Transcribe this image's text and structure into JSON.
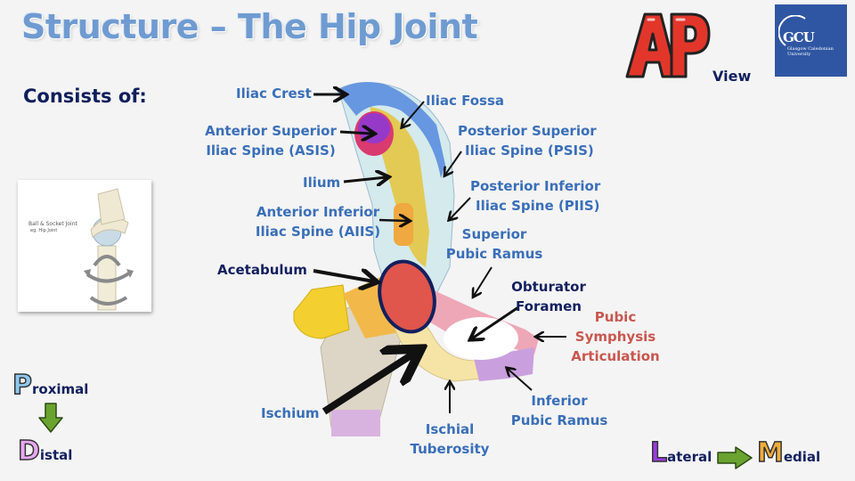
{
  "title": "Structure – The Hip Joint",
  "subtitle": "Consists of:",
  "view_badge": {
    "letters": "AP",
    "suffix": "View"
  },
  "logo": {
    "initials": "GCU",
    "name_line1": "Glasgow Caledonian",
    "name_line2": "University"
  },
  "inset_image": {
    "caption": "Ball & Socket Joint",
    "example": "eg. Hip Joint"
  },
  "labels": {
    "iliac_crest": "Iliac Crest",
    "iliac_fossa": "Iliac Fossa",
    "asis_line1": "Anterior Superior",
    "asis_line2": "Iliac Spine (ASIS)",
    "psis_line1": "Posterior Superior",
    "psis_line2": "Iliac Spine (PSIS)",
    "ilium": "Ilium",
    "piis_line1": "Posterior Inferior",
    "piis_line2": "Iliac Spine (PIIS)",
    "aiis_line1": "Anterior Inferior",
    "aiis_line2": "Iliac Spine (AIIS)",
    "spr_line1": "Superior",
    "spr_line2": "Pubic Ramus",
    "acetabulum": "Acetabulum",
    "obturator_line1": "Obturator",
    "obturator_line2": "Foramen",
    "symphysis_line1": "Pubic",
    "symphysis_line2": "Symphysis",
    "symphysis_line3": "Articulation",
    "ischium": "Ischium",
    "ischial_line1": "Ischial",
    "ischial_line2": "Tuberosity",
    "ipr_line1": "Inferior",
    "ipr_line2": "Pubic Ramus"
  },
  "direction_proximal_distal": {
    "first_letter": "P",
    "first_rest": "roximal",
    "second_letter": "D",
    "second_rest": "istal"
  },
  "direction_lateral_medial": {
    "first_letter": "L",
    "first_rest": "ateral",
    "second_letter": "M",
    "second_rest": "edial"
  },
  "colors": {
    "title": "#6f9bd1",
    "label_blue": "#3a6fb8",
    "label_dark": "#12205e",
    "label_red": "#c9574f",
    "ap_red": "#e2362b"
  }
}
